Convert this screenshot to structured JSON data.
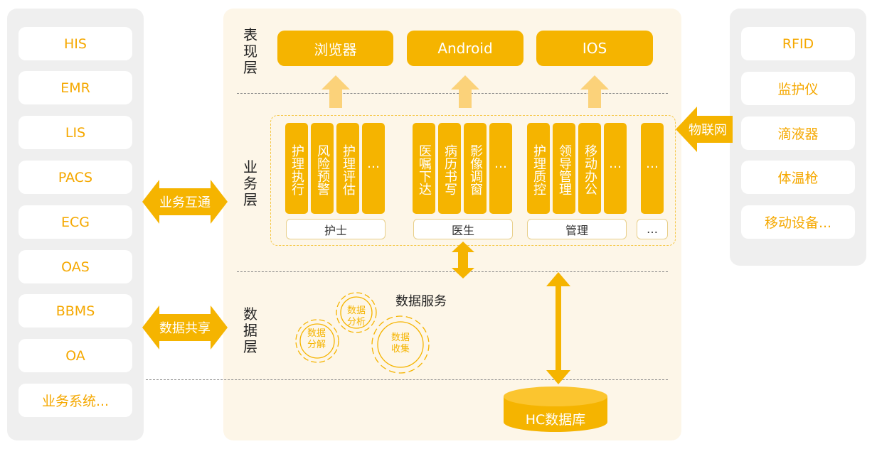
{
  "left_systems": [
    "HIS",
    "EMR",
    "LIS",
    "PACS",
    "ECG",
    "OAS",
    "BBMS",
    "OA",
    "业务系统..."
  ],
  "right_devices": [
    "RFID",
    "监护仪",
    "滴液器",
    "体温枪",
    "移动设备..."
  ],
  "layers": {
    "presentation": "表现层",
    "business": "业务层",
    "data": "数据层"
  },
  "clients": [
    "浏览器",
    "Android",
    "IOS"
  ],
  "arrows": {
    "business_interop": "业务互通",
    "data_share": "数据共享",
    "iot": "物联网"
  },
  "modules": {
    "nurse": [
      "护理执行",
      "风险预警",
      "护理评估",
      "…"
    ],
    "doctor": [
      "医嘱下达",
      "病历书写",
      "影像调窗",
      "…"
    ],
    "management": [
      "护理质控",
      "领导管理",
      "移动办公",
      "…"
    ],
    "other": [
      "…"
    ]
  },
  "groups": [
    "护士",
    "医生",
    "管理",
    "…"
  ],
  "data_service": {
    "title": "数据服务",
    "gears": [
      "数据分析",
      "数据分解",
      "数据收集"
    ]
  },
  "database": "HC数据库",
  "colors": {
    "accent": "#f5b400",
    "light_accent": "#fbd27a",
    "center_bg": "#fdf6e8"
  }
}
